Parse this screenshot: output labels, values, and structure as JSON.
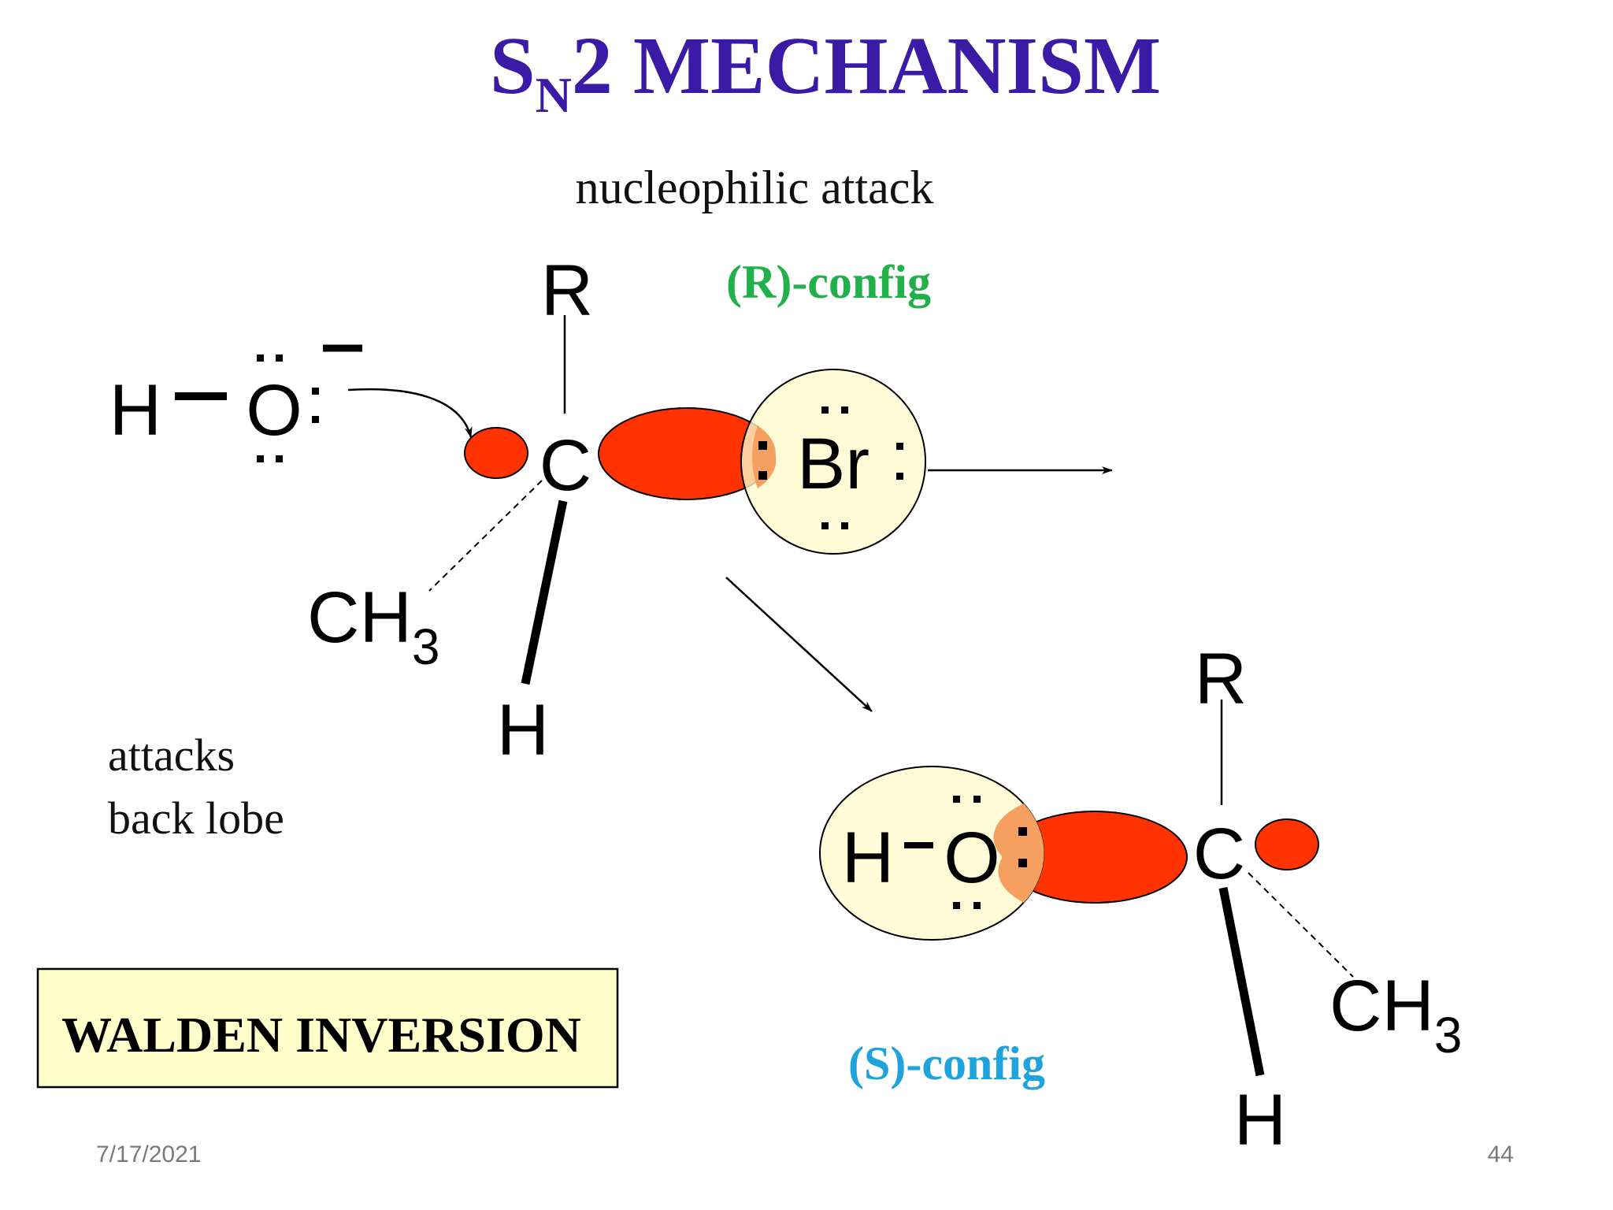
{
  "title": {
    "main_s": "S",
    "sub_n": "N",
    "main_rest": "2 MECHANISM"
  },
  "subtitle": "nucleophilic attack",
  "reactant": {
    "config_label": "(R)-config",
    "nucleophile_h": "H",
    "nucleophile_o": "O",
    "charge": "−",
    "carbon": "C",
    "group_r": "R",
    "group_ch3_main": "CH",
    "group_ch3_sub": "3",
    "group_h": "H",
    "leaving_group": "Br"
  },
  "product": {
    "config_label": "(S)-config",
    "h": "H",
    "o": "O",
    "carbon": "C",
    "group_r": "R",
    "group_ch3_main": "CH",
    "group_ch3_sub": "3",
    "group_h": "H"
  },
  "note": {
    "line1": "attacks",
    "line2": "back lobe"
  },
  "walden_label": "WALDEN INVERSION",
  "footer": {
    "date": "7/17/2021",
    "page": "44"
  },
  "colors": {
    "title": "#3b1aa6",
    "r_config": "#22b04b",
    "s_config": "#1fa3dd",
    "lobe": "#ff3300",
    "lobe_overlap": "#f5a060",
    "halo_fill": "#fffbcc",
    "walden_fill": "#ffffcc"
  }
}
